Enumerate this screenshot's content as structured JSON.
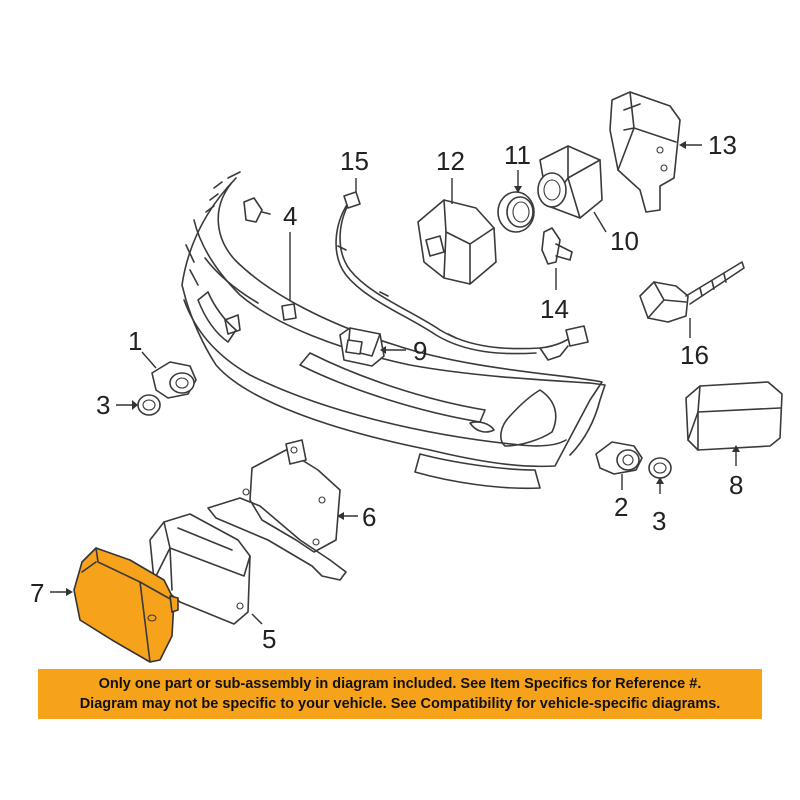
{
  "callouts": {
    "c1": "1",
    "c2": "2",
    "c3a": "3",
    "c3b": "3",
    "c4": "4",
    "c5": "5",
    "c6": "6",
    "c7": "7",
    "c8": "8",
    "c9": "9",
    "c10": "10",
    "c11": "11",
    "c12": "12",
    "c13": "13",
    "c14": "14",
    "c15": "15",
    "c16": "16"
  },
  "highlighted_part": "7",
  "colors": {
    "highlight": "#f7a21b",
    "line": "#3a3a3a",
    "banner": "#f7a21b"
  },
  "disclaimer": {
    "line1": "Only one part or sub-assembly in diagram included. See Item Specifics for Reference #.",
    "line2": "Diagram may not be specific to your vehicle. See Compatibility for vehicle-specific diagrams."
  }
}
